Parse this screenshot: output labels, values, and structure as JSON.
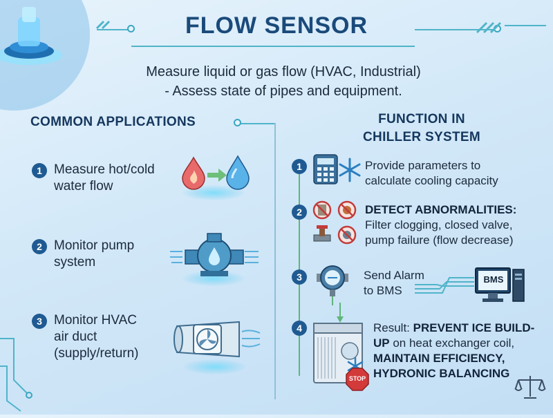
{
  "header": {
    "title": "FLOW SENSOR",
    "subtitle_line1": "Measure liquid or gas flow (HVAC, Industrial)",
    "subtitle_line2": "- Assess state of pipes and equipment."
  },
  "left": {
    "heading": "COMMON APPLICATIONS",
    "items": [
      {
        "number": "1",
        "line1": "Measure hot/cold",
        "line2": "water flow",
        "line3": ""
      },
      {
        "number": "2",
        "line1": "Monitor pump",
        "line2": "system",
        "line3": ""
      },
      {
        "number": "3",
        "line1": "Monitor HVAC",
        "line2": "air duct",
        "line3": "(supply/return)"
      }
    ]
  },
  "right": {
    "heading_line1": "FUNCTION IN",
    "heading_line2": "CHILLER SYSTEM",
    "items": [
      {
        "number": "1",
        "line1": "Provide parameters to",
        "line2": "calculate cooling capacity"
      },
      {
        "number": "2",
        "line1_bold": "DETECT ABNORMALITIES:",
        "line2": "Filter clogging, closed valve,",
        "line3": "pump failure (flow decrease)"
      },
      {
        "number": "3",
        "line1": "Send Alarm",
        "line2": "to BMS",
        "bms_label": "BMS"
      },
      {
        "number": "4",
        "result_prefix": "Result: ",
        "result_bold1": "PREVENT ICE BUILD-",
        "result_bold2": "UP",
        "result_rest": " on heat exchanger coil,",
        "bold_line3": "MAINTAIN EFFICIENCY,",
        "bold_line4": "HYDRONIC BALANCING",
        "stop_label": "STOP"
      }
    ]
  },
  "colors": {
    "title": "#1a4a7a",
    "badge": "#1f5b92",
    "accent_cyan": "#39a7c0",
    "accent_green": "#5fb57a",
    "hot_drop": "#e05a5a",
    "cold_drop": "#4aa6e0"
  },
  "icons": [
    "sensor-device-icon",
    "water-drop-hot-icon",
    "water-drop-cold-icon",
    "arrow-right-icon",
    "pump-icon",
    "air-duct-fan-icon",
    "calculator-icon",
    "snowflake-icon",
    "no-filter-icon",
    "no-valve-icon",
    "pump-warning-icon",
    "valve-icon",
    "flow-transmitter-icon",
    "computer-monitor-icon",
    "chiller-unit-icon",
    "stop-sign-icon",
    "balance-scale-icon"
  ]
}
